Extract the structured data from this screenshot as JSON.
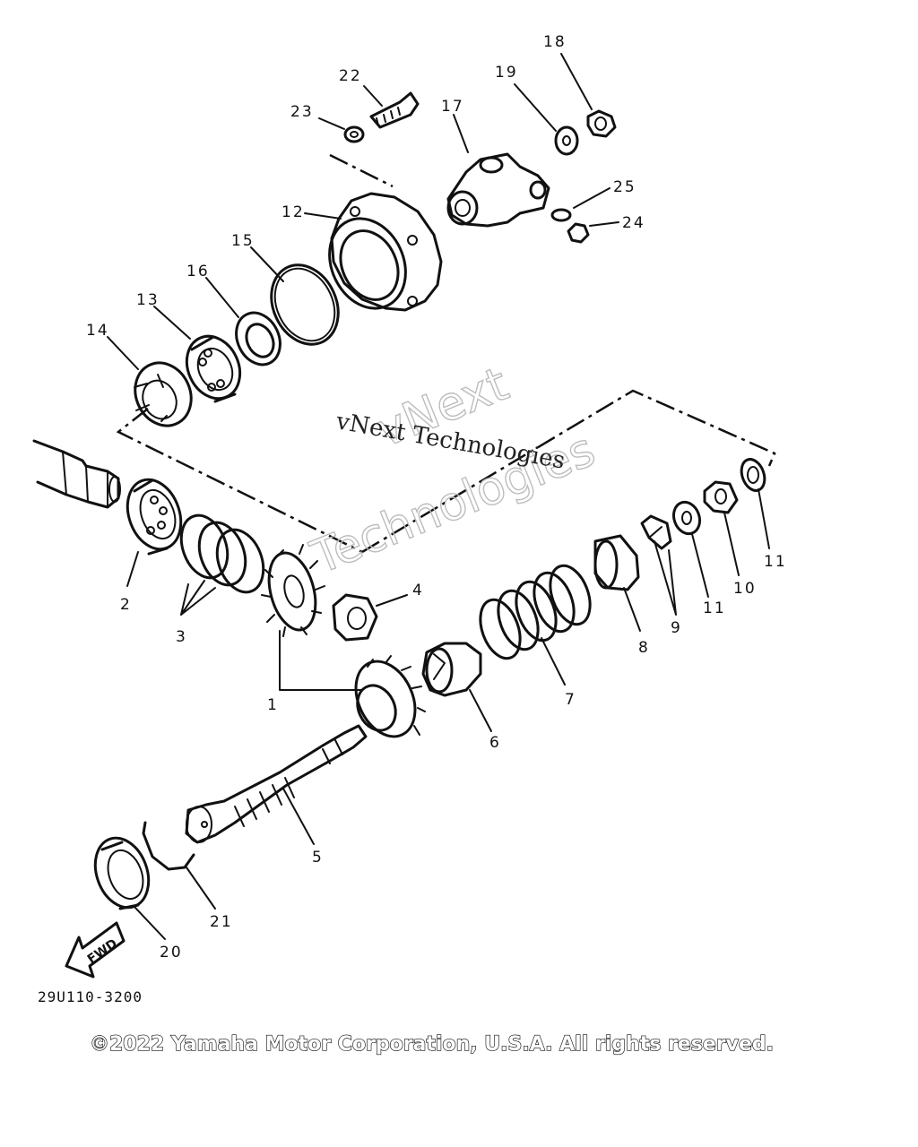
{
  "labels": {
    "p1": "1",
    "p2": "2",
    "p3": "3",
    "p4": "4",
    "p5": "5",
    "p6": "6",
    "p7": "7",
    "p8": "8",
    "p9": "9",
    "p10": "10",
    "p11a": "11",
    "p11b": "11",
    "p12": "12",
    "p13": "13",
    "p14": "14",
    "p15": "15",
    "p16": "16",
    "p17": "17",
    "p18": "18",
    "p19": "19",
    "p20": "20",
    "p21": "21",
    "p22": "22",
    "p23": "23",
    "p24": "24",
    "p25": "25"
  },
  "fwd_arrow": "FWD",
  "watermark": {
    "line1": "vNext Technologies",
    "line2a": "vNext",
    "line2b": "Technologies"
  },
  "diagram_ref": "29U110-3200",
  "copyright": "©2022 Yamaha Motor Corporation, U.S.A. All rights reserved."
}
